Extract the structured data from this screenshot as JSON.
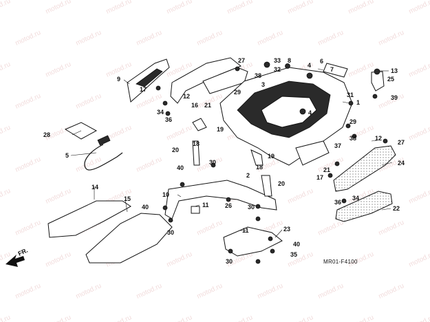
{
  "diagram": {
    "code": "MR01-F4100",
    "front_label": "FR.",
    "watermark": "motod.ru",
    "callouts": [
      "1",
      "2",
      "3",
      "4",
      "5",
      "6",
      "7",
      "8",
      "9",
      "10",
      "11",
      "12",
      "13",
      "14",
      "15",
      "16",
      "17",
      "18",
      "19",
      "20",
      "21",
      "22",
      "23",
      "24",
      "25",
      "26",
      "27",
      "28",
      "29",
      "30",
      "31",
      "32",
      "33",
      "34",
      "35",
      "36",
      "37",
      "38",
      "39",
      "40"
    ]
  }
}
